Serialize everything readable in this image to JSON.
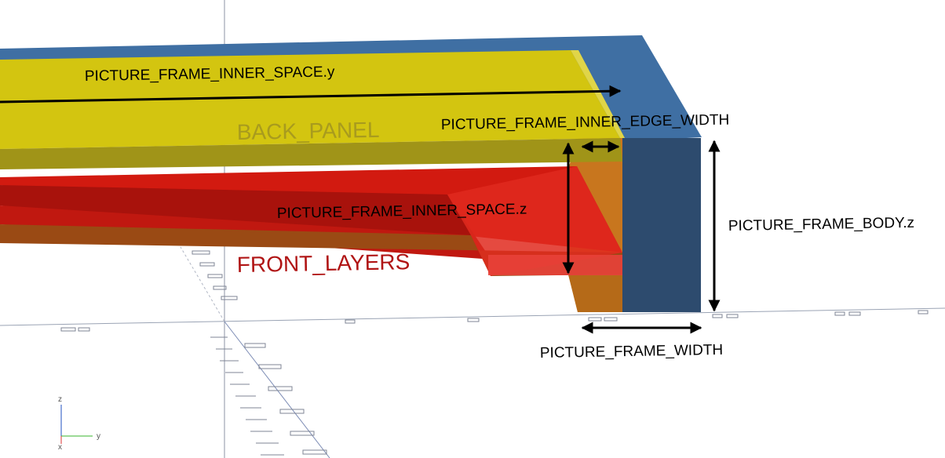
{
  "labels": {
    "inner_space_y": "PICTURE_FRAME_INNER_SPACE.y",
    "back_panel": "BACK_PANEL",
    "inner_edge_width": "PICTURE_FRAME_INNER_EDGE_WIDTH",
    "inner_space_z": "PICTURE_FRAME_INNER_SPACE.z",
    "body_z": "PICTURE_FRAME_BODY.z",
    "front_layers": "FRONT_LAYERS",
    "frame_width": "PICTURE_FRAME_WIDTH"
  },
  "axes_gizmo": {
    "z": "z",
    "x": "x",
    "y": "y"
  },
  "colors": {
    "frame_blue": "#3f6fa3",
    "frame_blue_dark": "#2d4b6e",
    "back_panel_yellow": "#d3c510",
    "front_layers_red": "#d21a10",
    "front_layers_label": "#b01414",
    "back_panel_label": "#a89b1e",
    "orange": "#c8761e"
  }
}
